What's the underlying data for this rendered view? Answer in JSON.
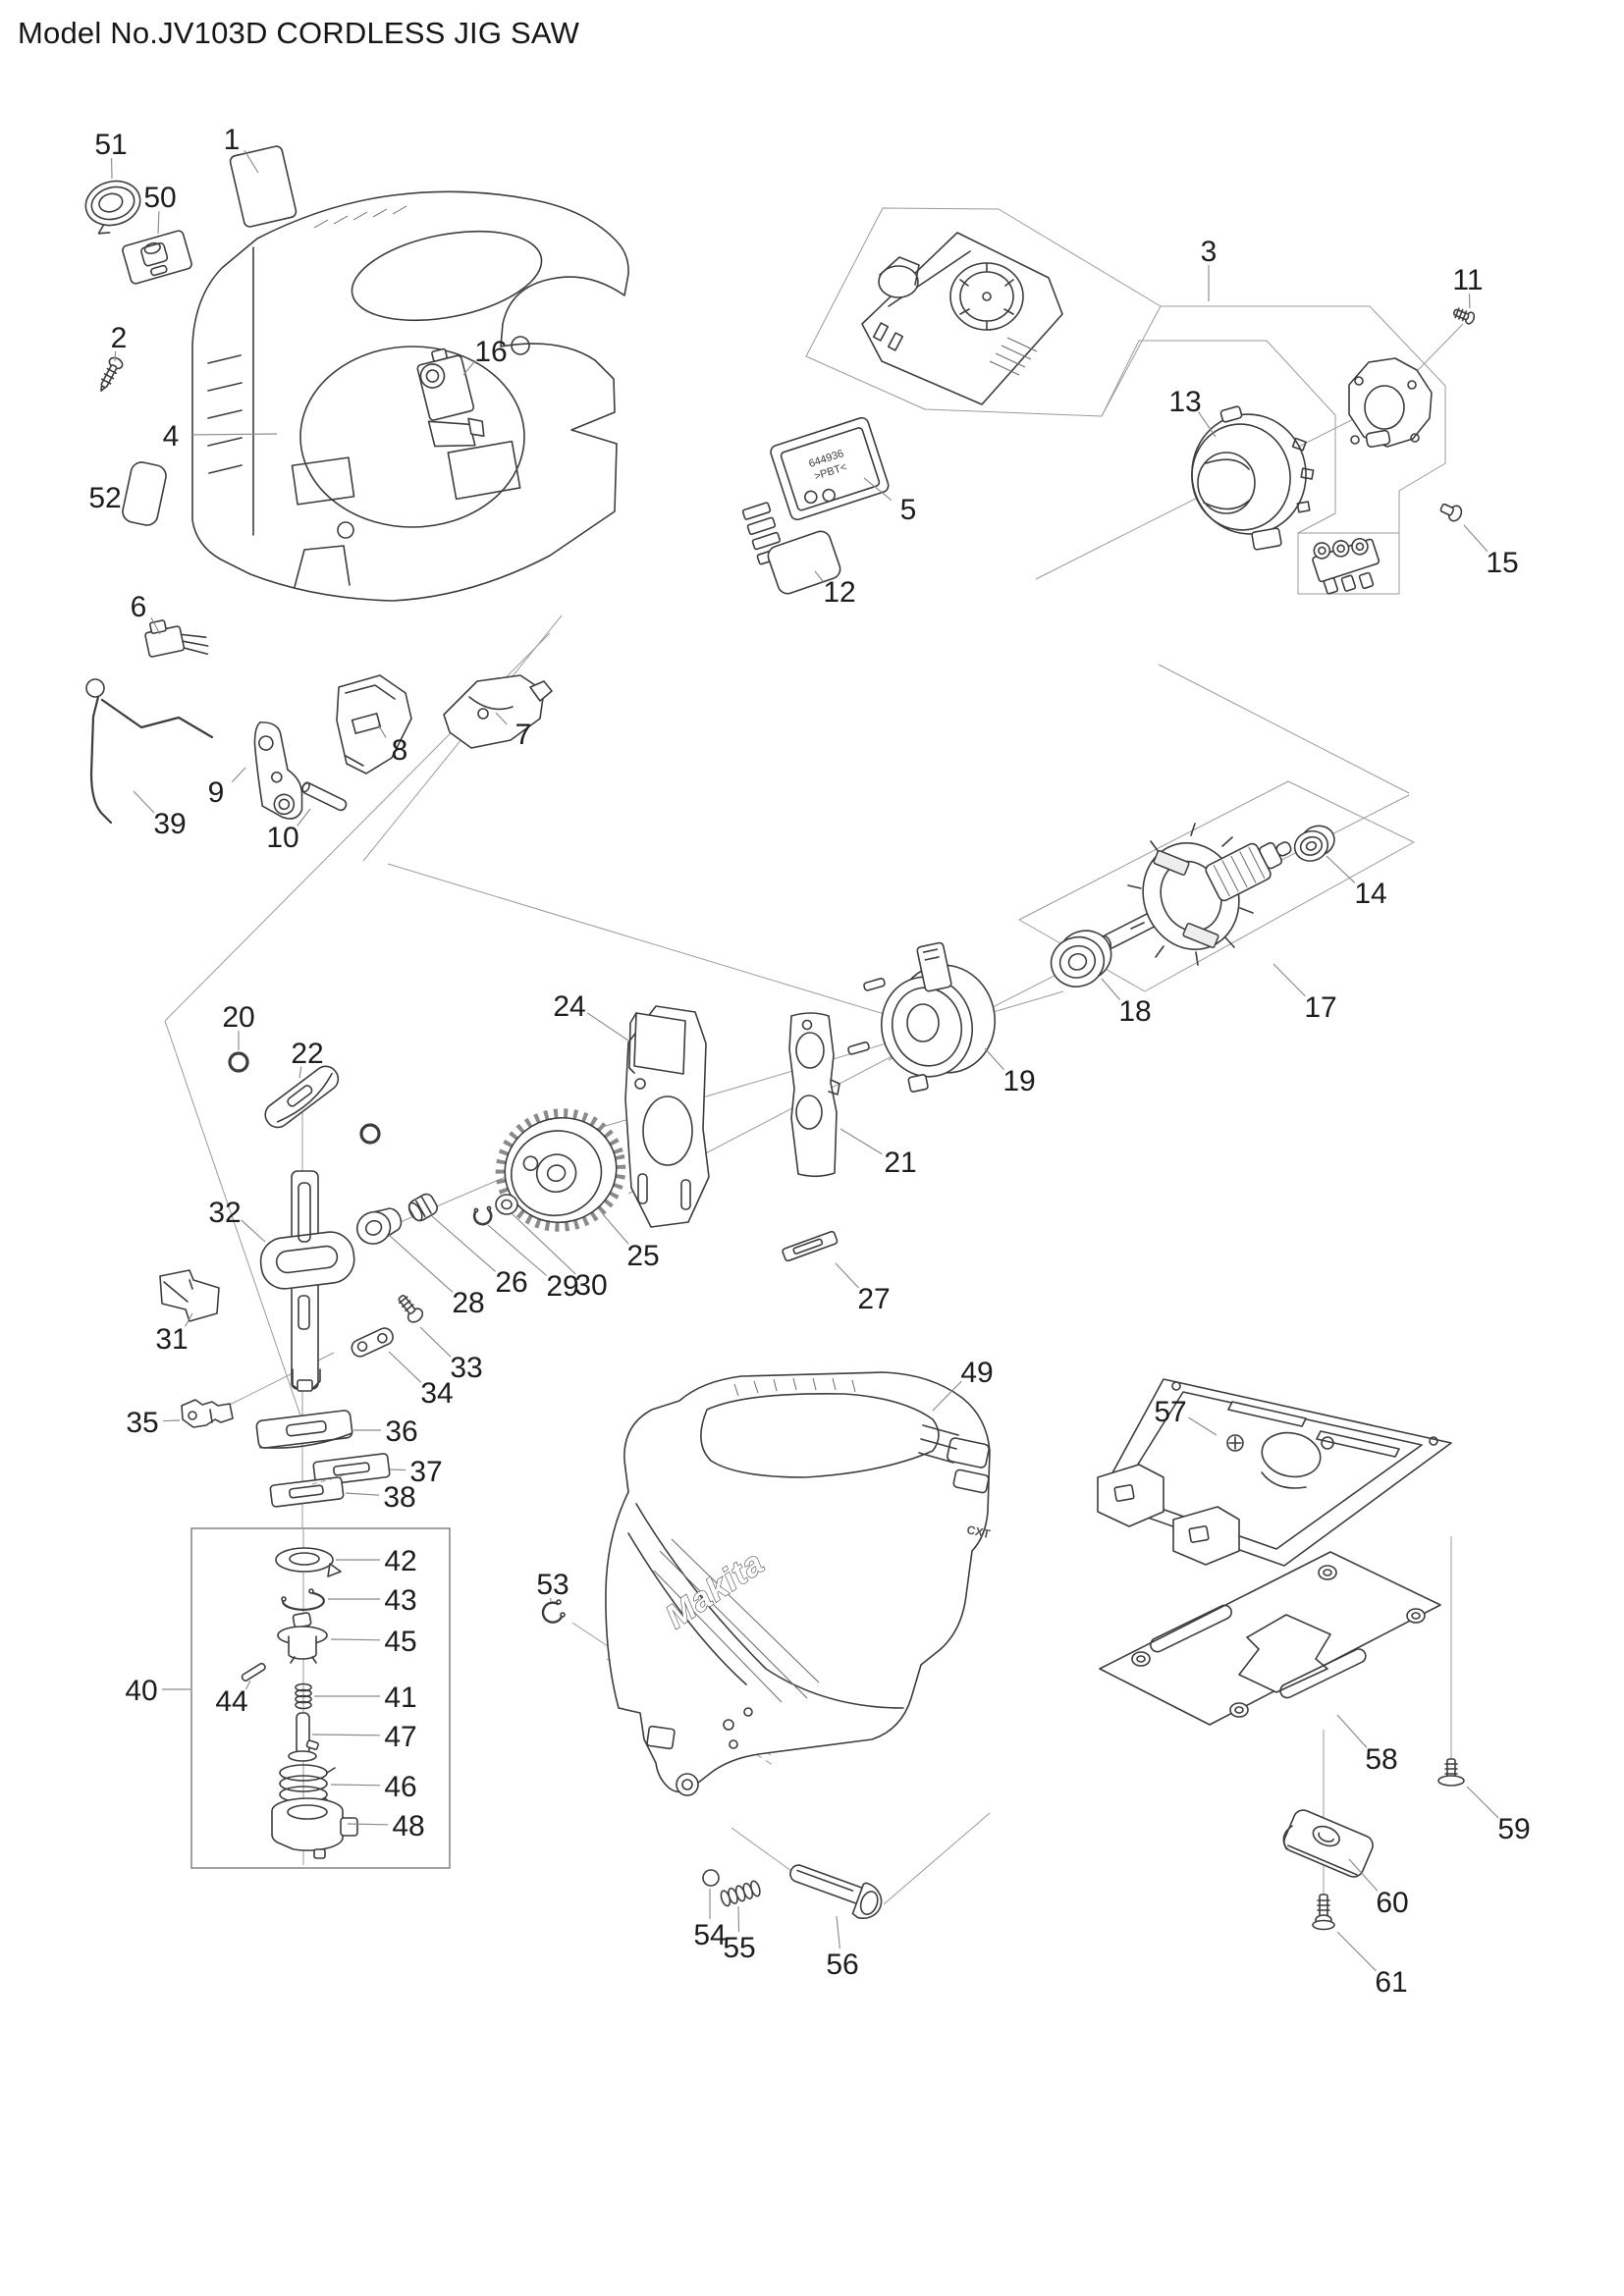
{
  "title": "Model No.JV103D CORDLESS JIG SAW",
  "brand_text": "Makita",
  "body_badge": "CXT",
  "controller_marking_line1": "644936",
  "controller_marking_line2": ">PBT<",
  "colors": {
    "line": "#3d3d3d",
    "leader": "#8a8a8a",
    "label": "#1d1d1d",
    "background": "#ffffff"
  },
  "parts": [
    {
      "num": "1",
      "label": [
        236,
        141
      ],
      "target": [
        263,
        176
      ]
    },
    {
      "num": "2",
      "label": [
        121,
        343
      ],
      "target": [
        117,
        368
      ]
    },
    {
      "num": "3",
      "label": [
        1231,
        255
      ],
      "target": [
        1231,
        307
      ]
    },
    {
      "num": "4",
      "label": [
        174,
        443
      ],
      "target": [
        282,
        442
      ]
    },
    {
      "num": "5",
      "label": [
        925,
        518
      ],
      "target": [
        880,
        487
      ]
    },
    {
      "num": "6",
      "label": [
        141,
        617
      ],
      "target": [
        163,
        646
      ]
    },
    {
      "num": "7",
      "label": [
        533,
        747
      ],
      "target": [
        505,
        726
      ]
    },
    {
      "num": "8",
      "label": [
        407,
        763
      ],
      "target": [
        385,
        738
      ]
    },
    {
      "num": "9",
      "label": [
        220,
        806
      ],
      "target": [
        250,
        782
      ]
    },
    {
      "num": "10",
      "label": [
        288,
        852
      ],
      "target": [
        316,
        824
      ]
    },
    {
      "num": "11",
      "label": [
        1495,
        284
      ],
      "target": [
        1497,
        314
      ]
    },
    {
      "num": "12",
      "label": [
        855,
        602
      ],
      "target": [
        830,
        582
      ]
    },
    {
      "num": "13",
      "label": [
        1207,
        408
      ],
      "target": [
        1238,
        445
      ]
    },
    {
      "num": "14",
      "label": [
        1396,
        909
      ],
      "target": [
        1351,
        872
      ]
    },
    {
      "num": "15",
      "label": [
        1530,
        572
      ],
      "target": [
        1491,
        535
      ]
    },
    {
      "num": "16",
      "label": [
        500,
        357
      ],
      "target": [
        472,
        382
      ]
    },
    {
      "num": "17",
      "label": [
        1345,
        1025
      ],
      "target": [
        1297,
        982
      ]
    },
    {
      "num": "18",
      "label": [
        1156,
        1029
      ],
      "target": [
        1122,
        997
      ]
    },
    {
      "num": "19",
      "label": [
        1038,
        1100
      ],
      "target": [
        1003,
        1068
      ]
    },
    {
      "num": "20",
      "label": [
        243,
        1035
      ],
      "target": [
        243,
        1070
      ]
    },
    {
      "num": "21",
      "label": [
        917,
        1183
      ],
      "target": [
        856,
        1150
      ]
    },
    {
      "num": "22",
      "label": [
        313,
        1072
      ],
      "target": [
        305,
        1098
      ]
    },
    {
      "num": "24",
      "label": [
        580,
        1024
      ],
      "target": [
        640,
        1060
      ]
    },
    {
      "num": "25",
      "label": [
        655,
        1278
      ],
      "target": [
        614,
        1237
      ]
    },
    {
      "num": "26",
      "label": [
        521,
        1305
      ],
      "target": [
        440,
        1239
      ]
    },
    {
      "num": "27",
      "label": [
        890,
        1322
      ],
      "target": [
        851,
        1287
      ]
    },
    {
      "num": "28",
      "label": [
        477,
        1326
      ],
      "target": [
        396,
        1258
      ]
    },
    {
      "num": "29",
      "label": [
        573,
        1309
      ],
      "target": [
        497,
        1248
      ]
    },
    {
      "num": "30",
      "label": [
        602,
        1308
      ],
      "target": [
        521,
        1236
      ]
    },
    {
      "num": "31",
      "label": [
        175,
        1363
      ],
      "target": [
        196,
        1338
      ]
    },
    {
      "num": "32",
      "label": [
        229,
        1234
      ],
      "target": [
        270,
        1265
      ]
    },
    {
      "num": "33",
      "label": [
        475,
        1392
      ],
      "target": [
        428,
        1352
      ]
    },
    {
      "num": "34",
      "label": [
        445,
        1418
      ],
      "target": [
        396,
        1377
      ]
    },
    {
      "num": "35",
      "label": [
        145,
        1448
      ],
      "target": [
        183,
        1447
      ]
    },
    {
      "num": "36",
      "label": [
        409,
        1457
      ],
      "target": [
        360,
        1457
      ]
    },
    {
      "num": "37",
      "label": [
        434,
        1498
      ],
      "target": [
        397,
        1497
      ]
    },
    {
      "num": "38",
      "label": [
        407,
        1524
      ],
      "target": [
        352,
        1521
      ]
    },
    {
      "num": "39",
      "label": [
        173,
        838
      ],
      "target": [
        136,
        806
      ]
    },
    {
      "num": "40",
      "label": [
        144,
        1721
      ],
      "target": [
        194,
        1721
      ]
    },
    {
      "num": "41",
      "label": [
        408,
        1728
      ],
      "target": [
        320,
        1728
      ]
    },
    {
      "num": "42",
      "label": [
        408,
        1589
      ],
      "target": [
        342,
        1589
      ]
    },
    {
      "num": "43",
      "label": [
        408,
        1629
      ],
      "target": [
        334,
        1629
      ]
    },
    {
      "num": "44",
      "label": [
        236,
        1732
      ],
      "target": [
        255,
        1712
      ]
    },
    {
      "num": "45",
      "label": [
        408,
        1671
      ],
      "target": [
        337,
        1670
      ]
    },
    {
      "num": "46",
      "label": [
        408,
        1819
      ],
      "target": [
        337,
        1818
      ]
    },
    {
      "num": "47",
      "label": [
        408,
        1768
      ],
      "target": [
        318,
        1767
      ]
    },
    {
      "num": "48",
      "label": [
        416,
        1859
      ],
      "target": [
        354,
        1858
      ]
    },
    {
      "num": "49",
      "label": [
        995,
        1397
      ],
      "target": [
        950,
        1437
      ]
    },
    {
      "num": "50",
      "label": [
        163,
        200
      ],
      "target": [
        161,
        238
      ]
    },
    {
      "num": "51",
      "label": [
        113,
        146
      ],
      "target": [
        114,
        182
      ]
    },
    {
      "num": "52",
      "label": [
        107,
        506
      ],
      "target": [
        128,
        505
      ]
    },
    {
      "num": "53",
      "label": [
        563,
        1613
      ],
      "target": [
        561,
        1631
      ]
    },
    {
      "num": "54",
      "label": [
        723,
        1970
      ],
      "target": [
        723,
        1924
      ]
    },
    {
      "num": "55",
      "label": [
        753,
        1983
      ],
      "target": [
        752,
        1942
      ]
    },
    {
      "num": "56",
      "label": [
        858,
        2000
      ],
      "target": [
        852,
        1952
      ]
    },
    {
      "num": "57",
      "label": [
        1192,
        1437
      ],
      "target": [
        1239,
        1462
      ]
    },
    {
      "num": "58",
      "label": [
        1407,
        1791
      ],
      "target": [
        1362,
        1747
      ]
    },
    {
      "num": "59",
      "label": [
        1542,
        1862
      ],
      "target": [
        1494,
        1820
      ]
    },
    {
      "num": "60",
      "label": [
        1418,
        1937
      ],
      "target": [
        1374,
        1894
      ]
    },
    {
      "num": "61",
      "label": [
        1417,
        2018
      ],
      "target": [
        1362,
        1968
      ]
    }
  ]
}
